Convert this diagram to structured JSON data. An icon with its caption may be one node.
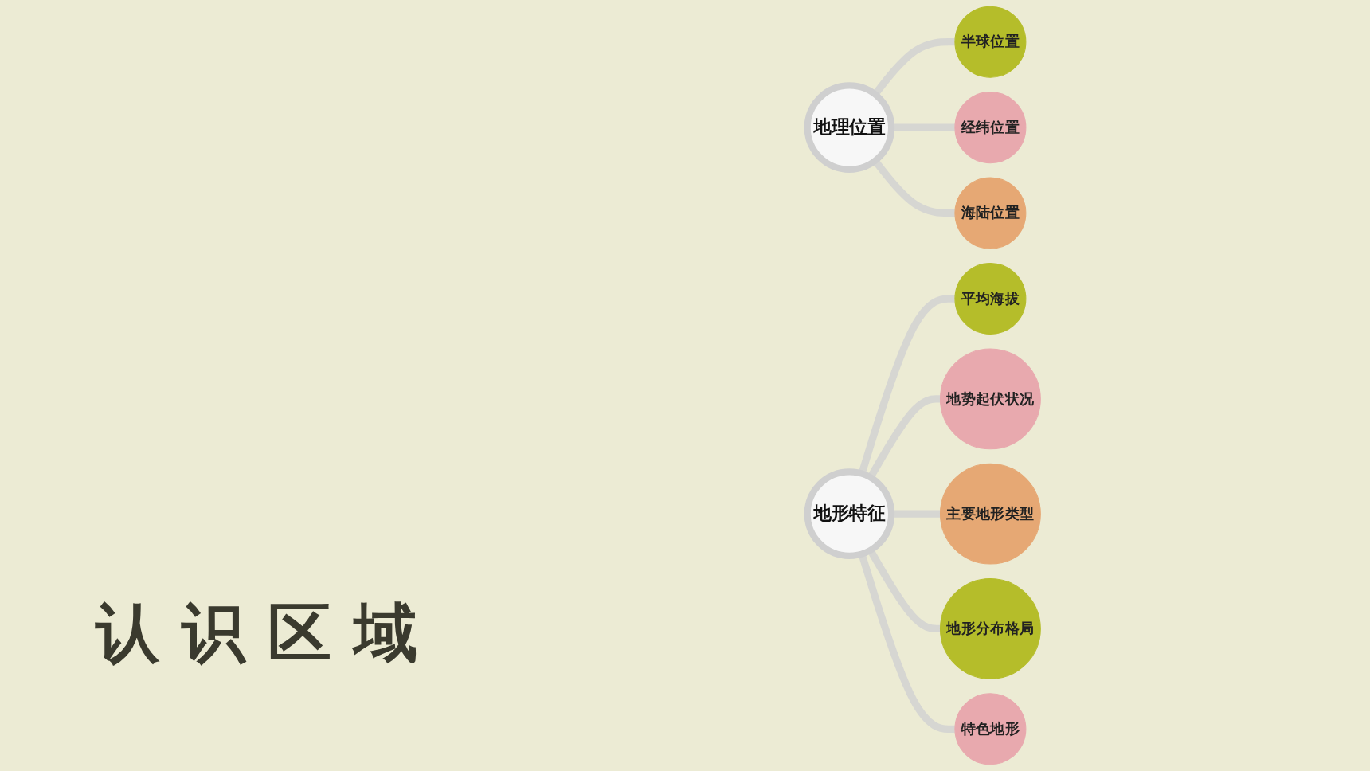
{
  "diagram": {
    "title": "认 识 区 域",
    "nodes": [
      {
        "text": [
          "地理位置"
        ]
      },
      {
        "text": [
          "半球位置"
        ]
      },
      {
        "text": [
          "经纬位置"
        ]
      },
      {
        "text": [
          "海陆位置"
        ]
      },
      {
        "text": [
          "地形特征"
        ]
      },
      {
        "text": [
          "平均海拔"
        ]
      },
      {
        "text": [
          "地势起伏状况"
        ]
      },
      {
        "text": [
          "主要地形类型"
        ]
      },
      {
        "text": [
          "地形分布格局"
        ]
      },
      {
        "text": [
          "特色地形"
        ]
      }
    ],
    "edges": [
      {
        "from": 0,
        "to": 1,
        "arrow": "none"
      },
      {
        "from": 0,
        "to": 2,
        "arrow": "none"
      },
      {
        "from": 0,
        "to": 3,
        "arrow": "none"
      },
      {
        "from": 4,
        "to": 5,
        "arrow": "none"
      },
      {
        "from": 4,
        "to": 6,
        "arrow": "none"
      },
      {
        "from": 4,
        "to": 7,
        "arrow": "none"
      },
      {
        "from": 4,
        "to": 8,
        "arrow": "none"
      },
      {
        "from": 4,
        "to": 9,
        "arrow": "none"
      }
    ]
  }
}
